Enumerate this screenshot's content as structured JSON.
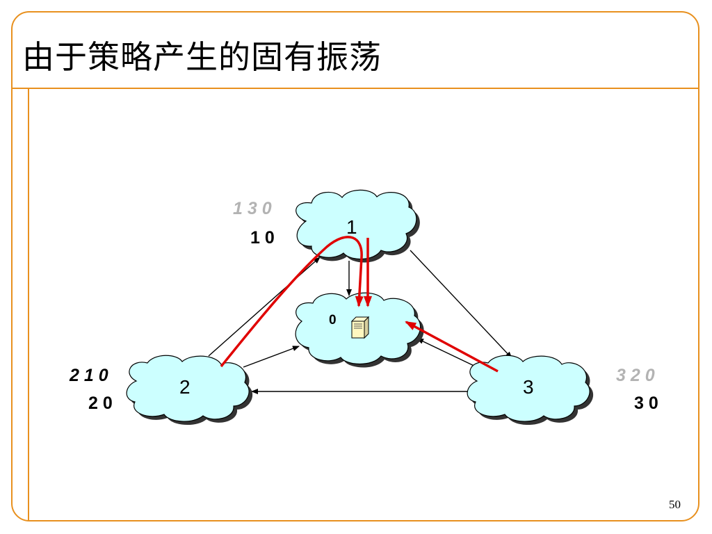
{
  "slide": {
    "title": "由于策略产生的固有振荡",
    "page_number": "50"
  },
  "nodes": {
    "n0": {
      "label": "0"
    },
    "n1": {
      "label": "1",
      "preferred": "1 3 0",
      "current": "1 0"
    },
    "n2": {
      "label": "2",
      "preferred": "2 1 0",
      "current": "2 0"
    },
    "n3": {
      "label": "3",
      "preferred": "3 2 0",
      "current": "3 0"
    }
  },
  "colors": {
    "frame": "#e8901e",
    "cloud_fill": "#ccffff",
    "route_arrow": "#e00000",
    "preferred_gray": "#b3b3b3"
  }
}
